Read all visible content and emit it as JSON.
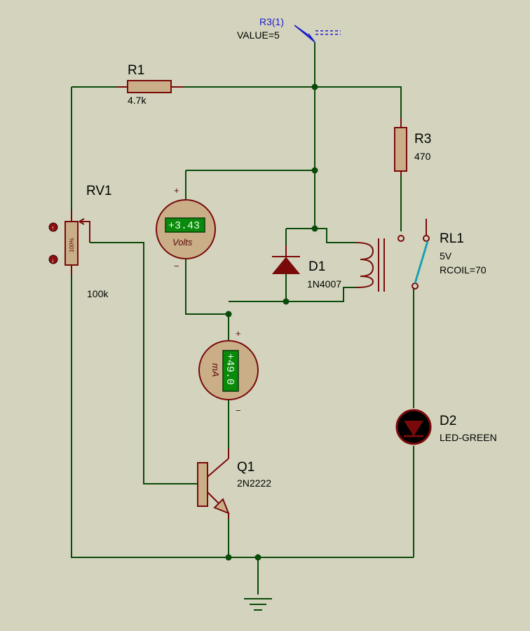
{
  "components": {
    "r1": {
      "ref": "R1",
      "value": "4.7k"
    },
    "r3": {
      "ref": "R3",
      "value": "470"
    },
    "rv1": {
      "ref": "RV1",
      "value": "100k",
      "percent": "100%"
    },
    "d1": {
      "ref": "D1",
      "value": "1N4007"
    },
    "rl1": {
      "ref": "RL1",
      "voltage": "5V",
      "coil": "RCOIL=70"
    },
    "d2": {
      "ref": "D2",
      "value": "LED-GREEN"
    },
    "q1": {
      "ref": "Q1",
      "value": "2N2222"
    },
    "generator": {
      "ref": "R3(1)",
      "value": "VALUE=5"
    }
  },
  "meters": {
    "voltmeter": {
      "reading": "+3.43",
      "unit": "Volts",
      "plus": "+",
      "minus": "−"
    },
    "ammeter": {
      "reading": "+49.0",
      "unit": "mA",
      "plus": "+",
      "minus": "−"
    }
  },
  "colors": {
    "background": "#d4d4be",
    "wire": "#0a4a0a",
    "component": "#7a0a0a",
    "component_fill": "#c9ae88",
    "display": "#0a8a0a",
    "relay_switch": "#1aa0b0",
    "probe": "#1c1ccc"
  }
}
